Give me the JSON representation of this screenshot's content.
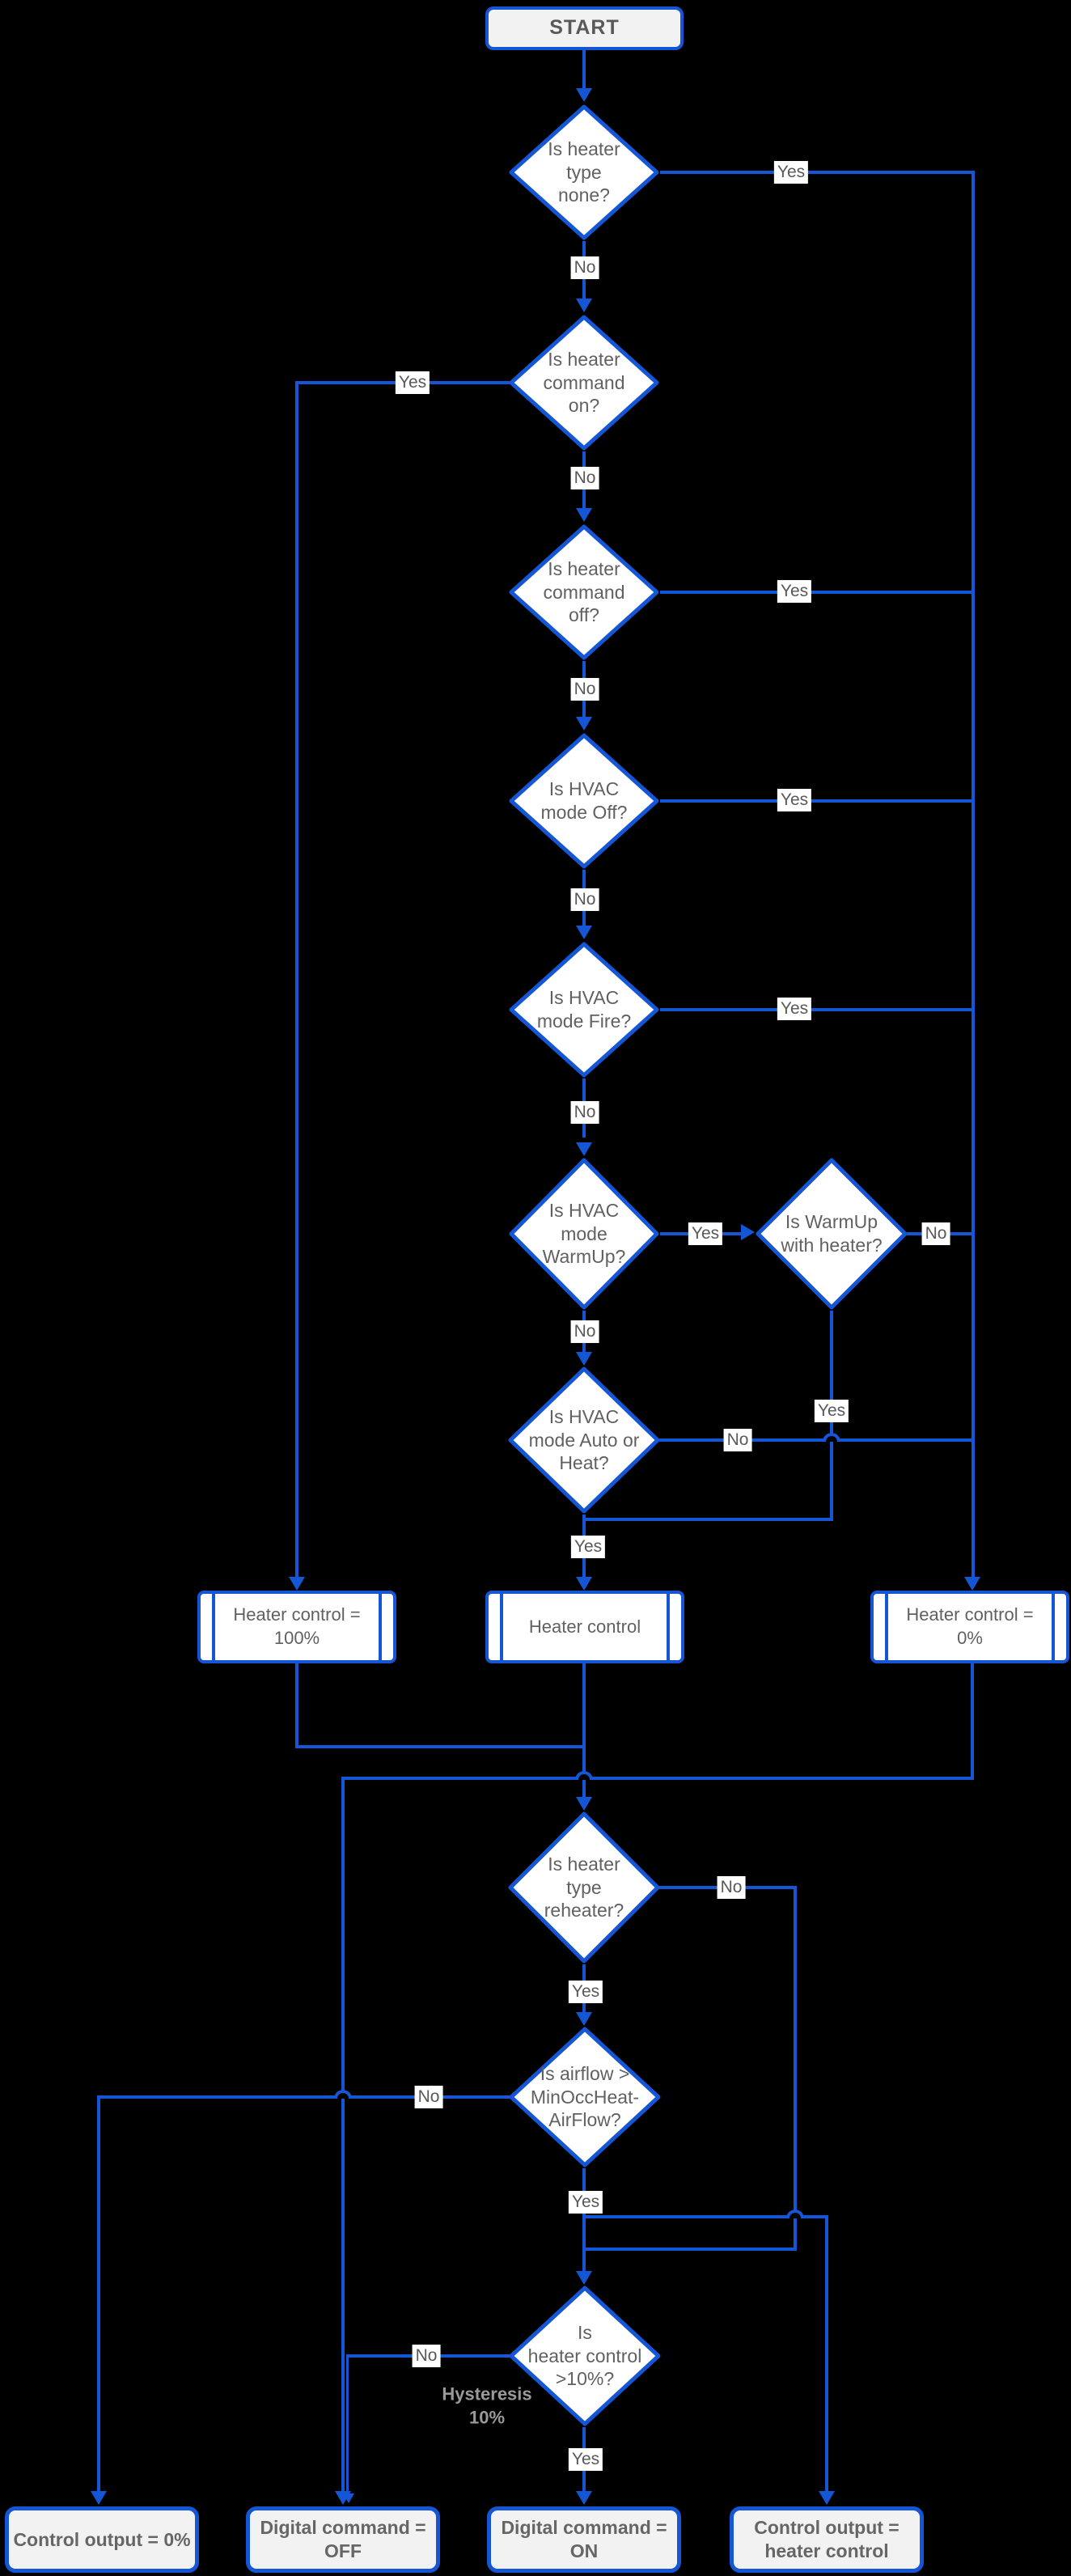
{
  "diagram": {
    "type": "flowchart",
    "background": "#000000",
    "line_color": "#1556D6",
    "node_fill": "#ffffff",
    "terminal_fill": "#f2f2f2",
    "text_color": "#616161"
  },
  "labels": {
    "yes": "Yes",
    "no": "No"
  },
  "nodes": {
    "start": "START",
    "d1": "Is heater\ntype\nnone?",
    "d2": "Is heater\ncommand\non?",
    "d3": "Is heater\ncommand\noff?",
    "d4": "Is HVAC\nmode Off?",
    "d5": "Is HVAC\nmode Fire?",
    "d6": "Is HVAC\nmode\nWarmUp?",
    "d7": "Is WarmUp\nwith heater?",
    "d8": "Is HVAC\nmode Auto or\nHeat?",
    "p100": "Heater control =\n100%",
    "pctl": "Heater control",
    "p0": "Heater control =\n0%",
    "r1": "Is heater\ntype\nreheater?",
    "r2": "Is airflow >\nMinOccHeat-\nAirFlow?",
    "r3": "Is\nheater control\n>10%?",
    "b1": "Control output = 0%",
    "b2": "Digital command =\nOFF",
    "b3": "Digital command =\nON",
    "b4": "Control output =\nheater control"
  },
  "annotations": {
    "hysteresis": "Hysteresis\n10%"
  }
}
